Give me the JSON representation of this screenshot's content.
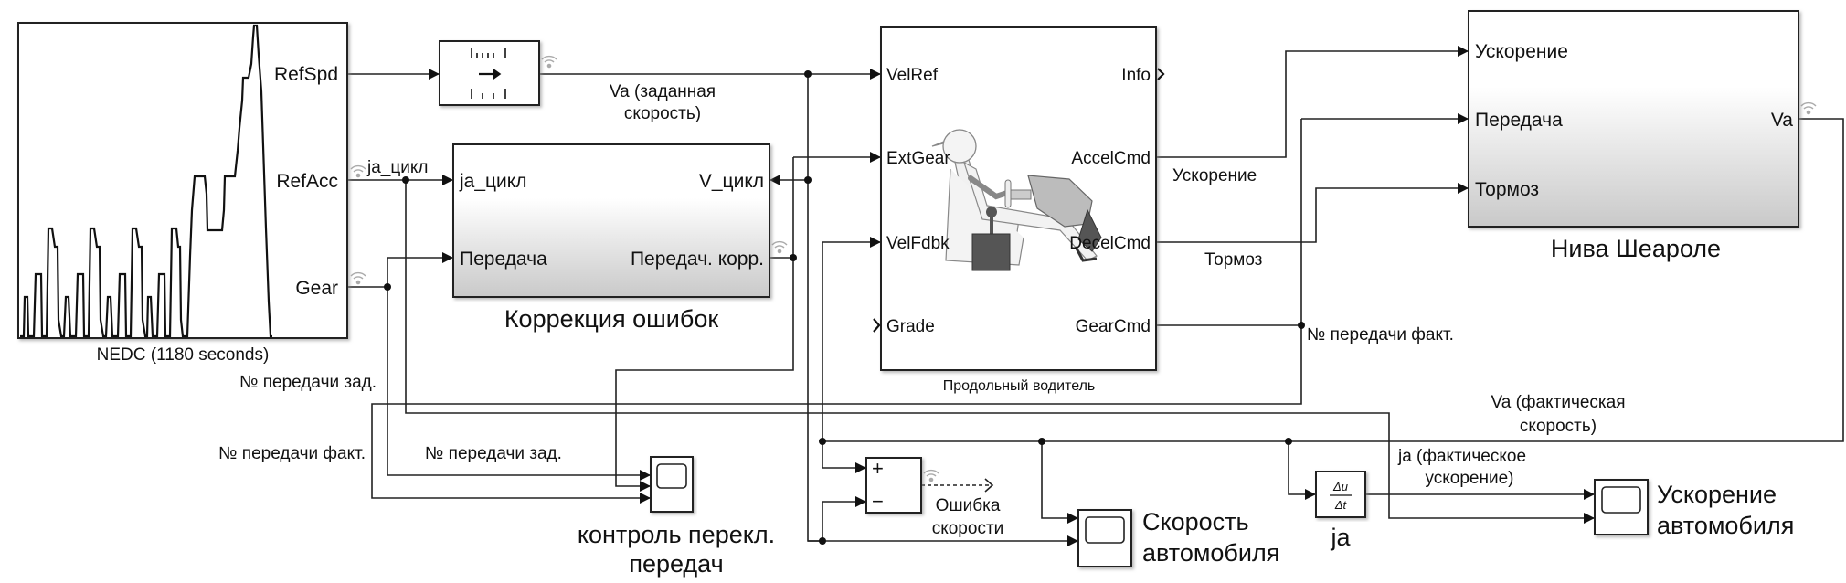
{
  "blocks": {
    "nedc": {
      "label": "NEDC (1180  seconds)",
      "ports": {
        "ref_spd": "RefSpd",
        "ref_acc": "RefAcc",
        "gear": "Gear"
      }
    },
    "correction": {
      "label": "Коррекция ошибок",
      "in1": "ja_цикл",
      "in2": "Передача",
      "out1": "V_цикл",
      "out2": "Передач. корр."
    },
    "driver": {
      "label": "Продольный водитель",
      "in": [
        "VelRef",
        "ExtGear",
        "VelFdbk",
        "Grade"
      ],
      "out": [
        "Info",
        "AccelCmd",
        "DecelCmd",
        "GearCmd"
      ]
    },
    "vehicle": {
      "label": "Нива Шеароле",
      "in": [
        "Ускорение",
        "Передача",
        "Тормоз"
      ],
      "out": "Va"
    },
    "sum": {
      "plus": "+",
      "minus": "−"
    },
    "gear_scope": {
      "label_line1": "контроль перекл.",
      "label_line2": "передач"
    },
    "speed_scope": {
      "label_line1": "Скорость",
      "label_line2": "автомобиля"
    },
    "deriv": {
      "num": "Δu",
      "den": "Δt",
      "label": "ja"
    },
    "accel_scope": {
      "label_line1": "Ускорение",
      "label_line2": "автомобиля"
    }
  },
  "signals": {
    "ja_cycle": "ja_цикл",
    "va_ref_1": "Va (заданная",
    "va_ref_2": "скорость)",
    "accel": "Ускорение",
    "brake": "Тормоз",
    "gear_actual": "№ передачи факт.",
    "gear_ref_left": "№ передачи зад.",
    "gear_actual_left": "№ передачи факт.",
    "gear_ref_mid": "№ передачи зад.",
    "va_act_1": "Va (фактическая",
    "va_act_2": "скорость)",
    "ja_act_1": "ja (фактическое",
    "ja_act_2": "ускорение)",
    "speed_err_1": "Ошибка",
    "speed_err_2": "скорости"
  }
}
